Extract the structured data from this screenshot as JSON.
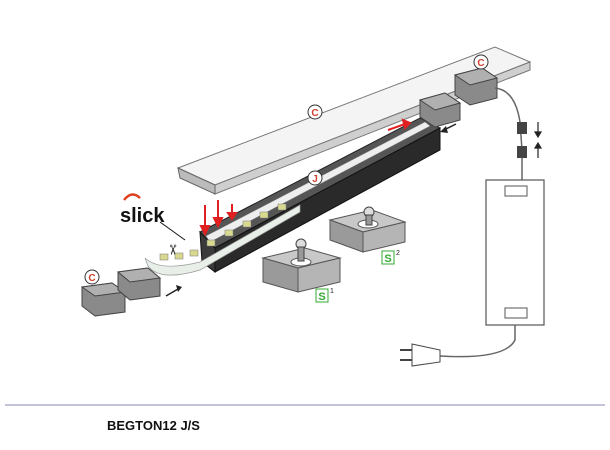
{
  "diagram": {
    "brand_logo": "slick",
    "cover_marker": "C",
    "profile_marker": "J",
    "endcap_marker": "C",
    "clip_marker": "S",
    "clip_small_index": "1",
    "clip_large_index": "2"
  },
  "colors": {
    "arrow": "#e02020",
    "marker": "#d04030",
    "profile": "#2a2a2a",
    "cap": "#8a8a8a"
  },
  "footer": {
    "title": "BEGTON12 J/S"
  }
}
